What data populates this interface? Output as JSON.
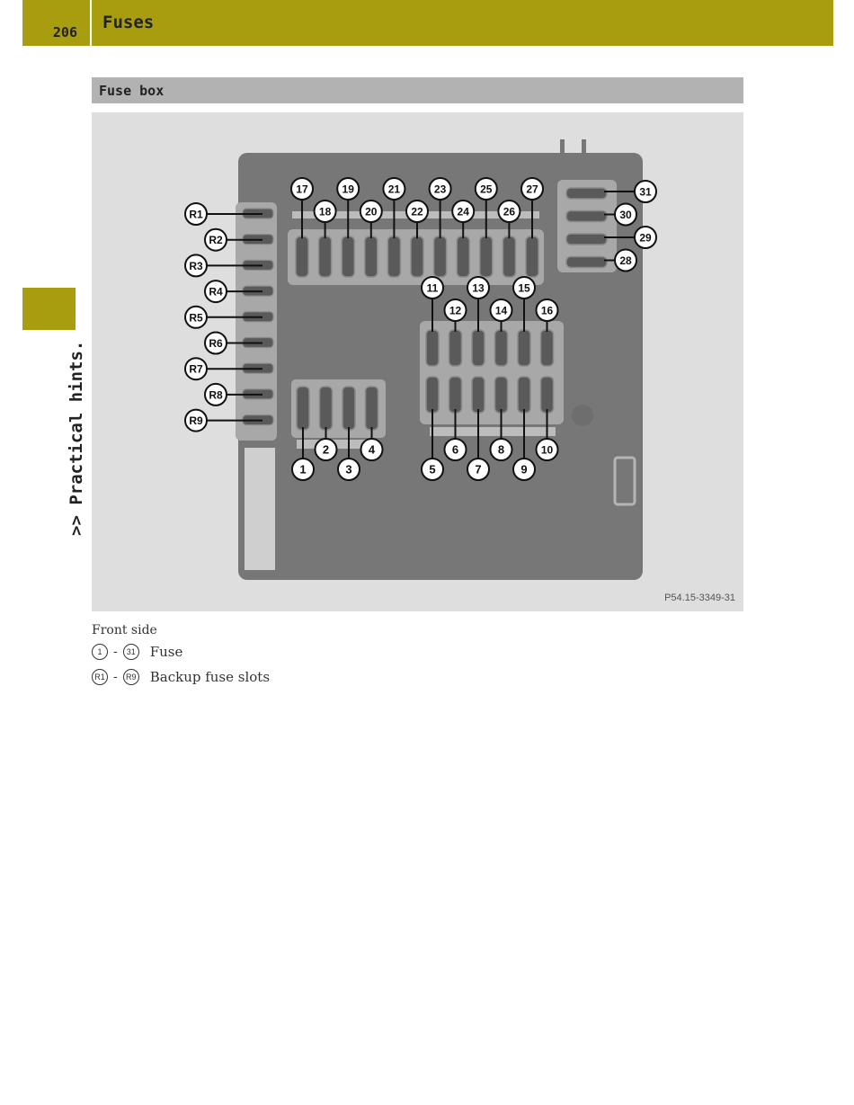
{
  "header": {
    "page_number": "206",
    "title": "Fuses"
  },
  "side": {
    "label": ">> Practical hints."
  },
  "section": {
    "title": "Fuse box"
  },
  "figure": {
    "reference": "P54.15-3349-31",
    "callouts": {
      "top_row_upper": [
        "17",
        "19",
        "21",
        "23",
        "25",
        "27"
      ],
      "top_row_lower": [
        "18",
        "20",
        "22",
        "24",
        "26"
      ],
      "middle_upper": [
        "11",
        "13",
        "15"
      ],
      "middle_lower": [
        "12",
        "14",
        "16"
      ],
      "bottom_left_lower": [
        "1",
        "3"
      ],
      "bottom_left_upper": [
        "2",
        "4"
      ],
      "bottom_right_lower": [
        "5",
        "7",
        "9"
      ],
      "bottom_right_upper": [
        "6",
        "8",
        "10"
      ],
      "right_column": [
        "31",
        "30",
        "29",
        "28"
      ],
      "left_column": [
        "R1",
        "R2",
        "R3",
        "R4",
        "R5",
        "R6",
        "R7",
        "R8",
        "R9"
      ]
    }
  },
  "caption": "Front side",
  "legend": [
    {
      "from": "1",
      "to": "31",
      "dash": "-",
      "text": "Fuse"
    },
    {
      "from": "R1",
      "to": "R9",
      "dash": "-",
      "text": "Backup fuse slots"
    }
  ],
  "colors": {
    "accent": "#a89d0e",
    "section_bar": "#b2b2b2",
    "figure_bg": "#dedede",
    "box_body": "#777777"
  }
}
